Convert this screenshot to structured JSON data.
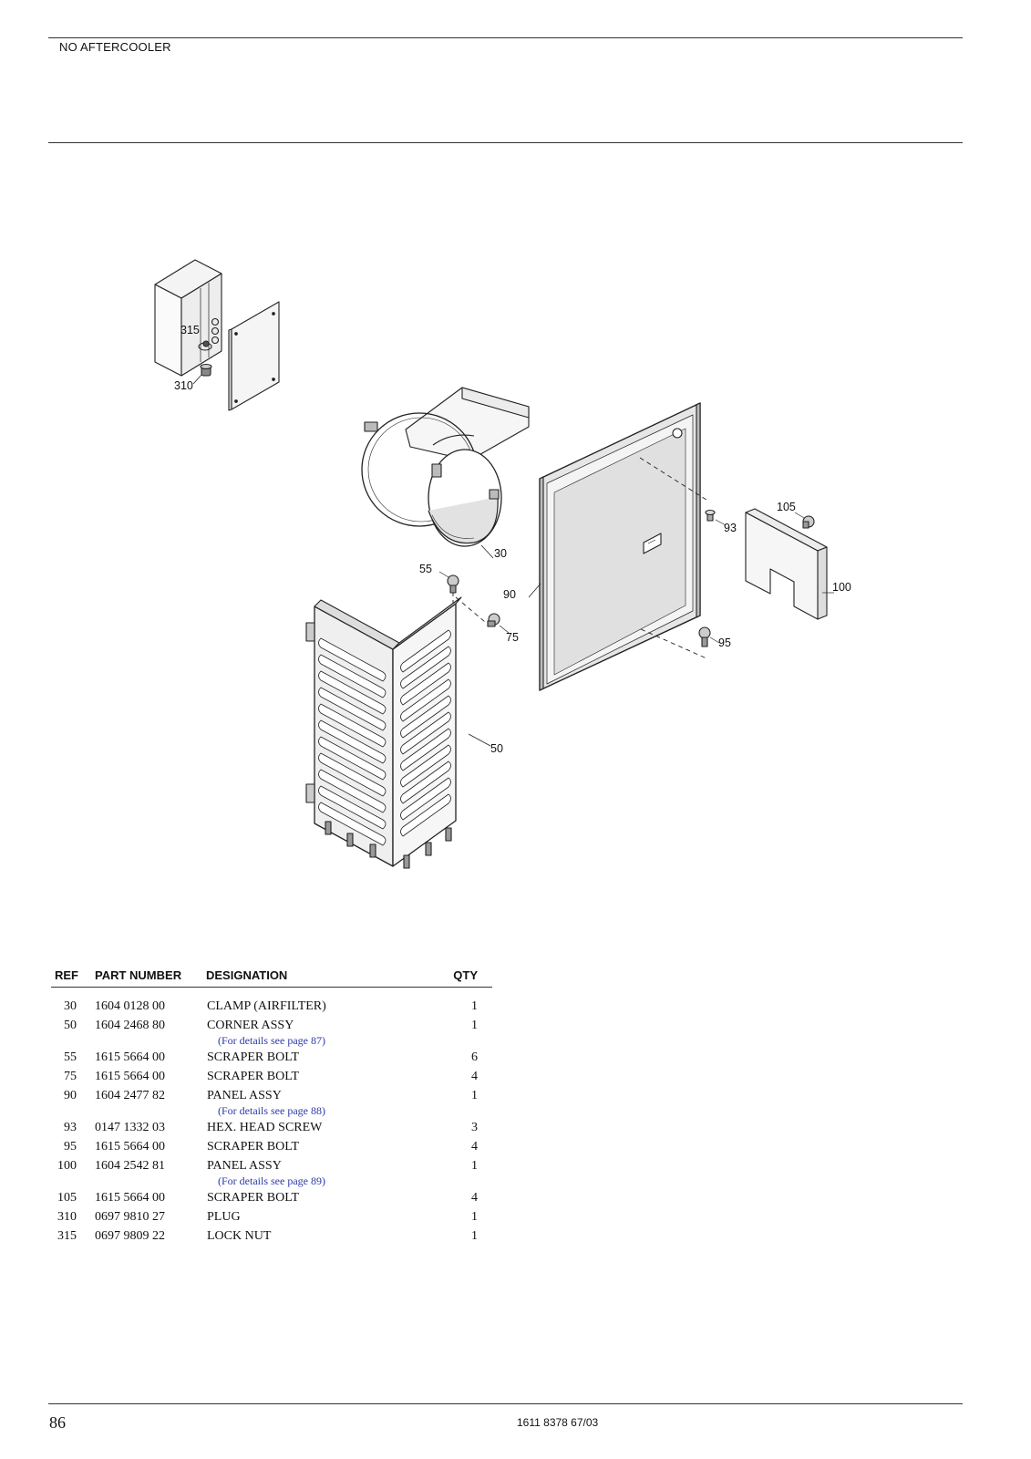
{
  "header": {
    "section_title": "NO AFTERCOOLER"
  },
  "diagram": {
    "callouts": {
      "c315": "315",
      "c310": "310",
      "c30": "30",
      "c55": "55",
      "c90": "90",
      "c75": "75",
      "c93": "93",
      "c105": "105",
      "c100": "100",
      "c95": "95",
      "c50": "50"
    }
  },
  "parts_table": {
    "headers": {
      "ref": "REF",
      "part_number": "PART NUMBER",
      "designation": "DESIGNATION",
      "qty": "QTY"
    },
    "rows": [
      {
        "ref": "30",
        "part_number": "1604 0128 00",
        "designation": "CLAMP (AIRFILTER)",
        "qty": "1"
      },
      {
        "ref": "50",
        "part_number": "1604 2468 80",
        "designation": "CORNER ASSY",
        "qty": "1",
        "note": "(For details see page 87)"
      },
      {
        "ref": "55",
        "part_number": "1615 5664 00",
        "designation": "SCRAPER BOLT",
        "qty": "6"
      },
      {
        "ref": "75",
        "part_number": "1615 5664 00",
        "designation": "SCRAPER BOLT",
        "qty": "4"
      },
      {
        "ref": "90",
        "part_number": "1604 2477 82",
        "designation": "PANEL ASSY",
        "qty": "1",
        "note": "(For details see page 88)"
      },
      {
        "ref": "93",
        "part_number": "0147 1332 03",
        "designation": "HEX. HEAD SCREW",
        "qty": "3"
      },
      {
        "ref": "95",
        "part_number": "1615 5664 00",
        "designation": "SCRAPER BOLT",
        "qty": "4"
      },
      {
        "ref": "100",
        "part_number": "1604 2542 81",
        "designation": "PANEL ASSY",
        "qty": "1",
        "note": "(For details see page 89)"
      },
      {
        "ref": "105",
        "part_number": "1615 5664 00",
        "designation": "SCRAPER BOLT",
        "qty": "4"
      },
      {
        "ref": "310",
        "part_number": "0697 9810 27",
        "designation": "PLUG",
        "qty": "1"
      },
      {
        "ref": "315",
        "part_number": "0697 9809 22",
        "designation": "LOCK NUT",
        "qty": "1"
      }
    ]
  },
  "footer": {
    "page_number": "86",
    "doc_code": "1611 8378 67/03"
  }
}
